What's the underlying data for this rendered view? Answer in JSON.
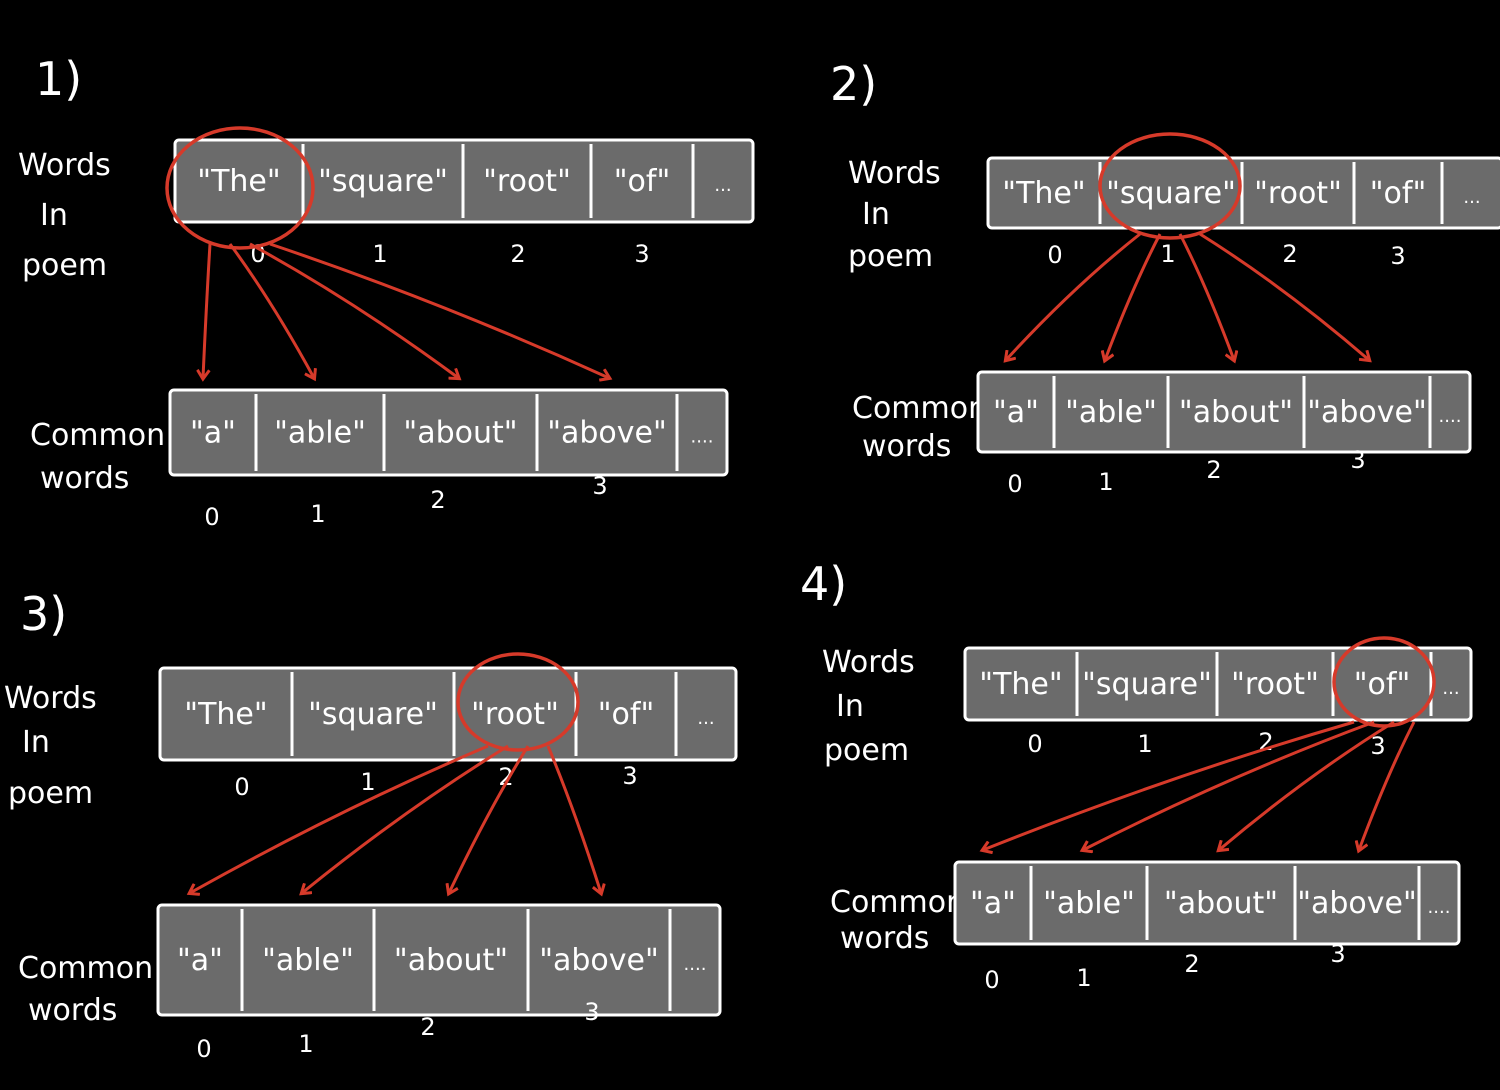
{
  "panels": [
    {
      "number": "1)",
      "top_label": [
        "Words",
        "In",
        "poem"
      ],
      "bottom_label": [
        "Common",
        "words"
      ],
      "top_cells": [
        "\"The\"",
        "\"square\"",
        "\"root\"",
        "\"of\"",
        "..."
      ],
      "top_indices": [
        "0",
        "1",
        "2",
        "3"
      ],
      "bottom_cells": [
        "\"a\"",
        "\"able\"",
        "\"about\"",
        "\"above\"",
        "...."
      ],
      "bottom_indices": [
        "0",
        "1",
        "2",
        "3"
      ],
      "highlight_index": 0
    },
    {
      "number": "2)",
      "top_label": [
        "Words",
        "In",
        "poem"
      ],
      "bottom_label": [
        "Common",
        "words"
      ],
      "top_cells": [
        "\"The\"",
        "\"square\"",
        "\"root\"",
        "\"of\"",
        "..."
      ],
      "top_indices": [
        "0",
        "1",
        "2",
        "3"
      ],
      "bottom_cells": [
        "\"a\"",
        "\"able\"",
        "\"about\"",
        "\"above\"",
        "...."
      ],
      "bottom_indices": [
        "0",
        "1",
        "2",
        "3"
      ],
      "highlight_index": 1
    },
    {
      "number": "3)",
      "top_label": [
        "Words",
        "In",
        "poem"
      ],
      "bottom_label": [
        "Common",
        "words"
      ],
      "top_cells": [
        "\"The\"",
        "\"square\"",
        "\"root\"",
        "\"of\"",
        "..."
      ],
      "top_indices": [
        "0",
        "1",
        "2",
        "3"
      ],
      "bottom_cells": [
        "\"a\"",
        "\"able\"",
        "\"about\"",
        "\"above\"",
        "...."
      ],
      "bottom_indices": [
        "0",
        "1",
        "2",
        "3"
      ],
      "highlight_index": 2
    },
    {
      "number": "4)",
      "top_label": [
        "Words",
        "In",
        "poem"
      ],
      "bottom_label": [
        "Common",
        "words"
      ],
      "top_cells": [
        "\"The\"",
        "\"square\"",
        "\"root\"",
        "\"of\"",
        "..."
      ],
      "top_indices": [
        "0",
        "1",
        "2",
        "3"
      ],
      "bottom_cells": [
        "\"a\"",
        "\"able\"",
        "\"about\"",
        "\"above\"",
        "...."
      ],
      "bottom_indices": [
        "0",
        "1",
        "2",
        "3"
      ],
      "highlight_index": 3
    }
  ],
  "colors": {
    "background": "#000000",
    "cell_fill": "#6b6b6b",
    "stroke": "#ffffff",
    "highlight": "#d63a2a"
  }
}
